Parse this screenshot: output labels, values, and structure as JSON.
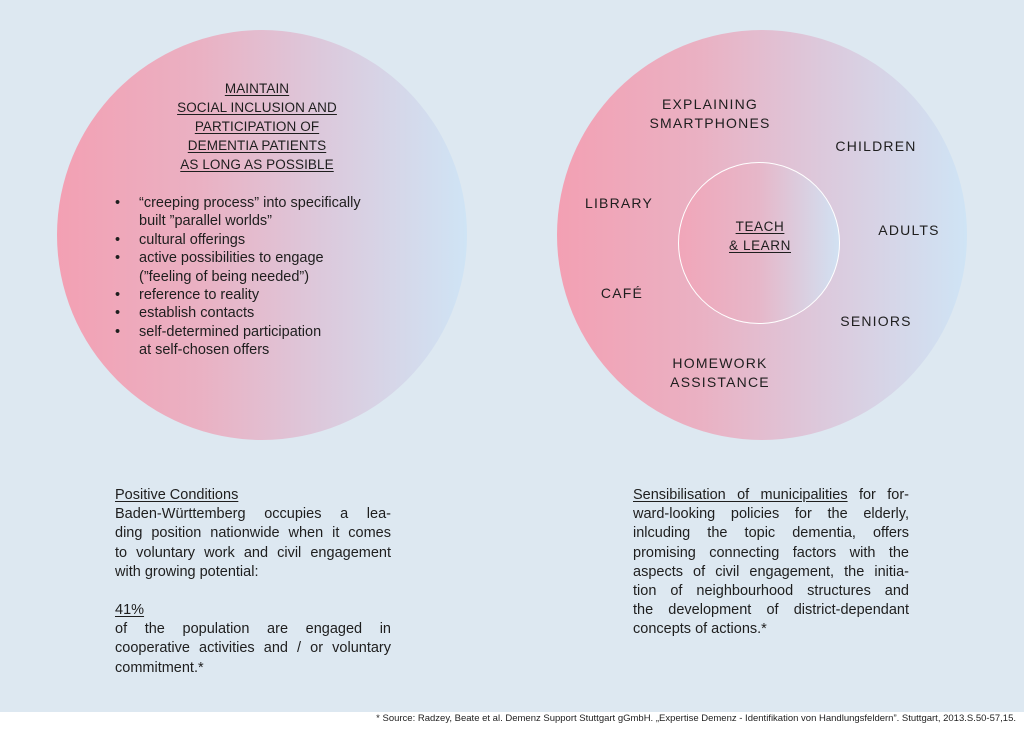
{
  "left_circle": {
    "title_lines": [
      "MAINTAIN",
      "SOCIAL INCLUSION AND",
      "PARTICIPATION OF",
      "DEMENTIA PATIENTS",
      "AS LONG AS POSSIBLE"
    ],
    "bullet_symbol": "•",
    "bullets": [
      [
        "“creeping process” into specifically",
        "built ”parallel worlds”"
      ],
      [
        "cultural offerings"
      ],
      [
        "active possibilities to engage",
        "(”feeling of being needed”)"
      ],
      [
        "reference to reality"
      ],
      [
        "establish contacts"
      ],
      [
        "self-determined participation",
        "at self-chosen offers"
      ]
    ]
  },
  "right_circle": {
    "center_lines": [
      "TEACH",
      "& LEARN"
    ],
    "explaining": [
      "EXPLAINING",
      "SMARTPHONES"
    ],
    "children": "CHILDREN",
    "library": "LIBRARY",
    "adults": "ADULTS",
    "cafe": "CAFÉ",
    "seniors": "SENIORS",
    "homework": [
      "HOMEWORK",
      "ASSISTANCE"
    ]
  },
  "left_text": {
    "heading": "Positive Conditions",
    "body_lines": [
      "Baden-Württemberg occupies a lea-",
      "ding position nationwide when it comes",
      "to voluntary work and civil engagement",
      "with growing potential:"
    ],
    "stat": "41%",
    "stat_lines": [
      "of the population are engaged in",
      "cooperative activities and / or voluntary",
      "commitment.*"
    ]
  },
  "right_text": {
    "heading": "Sensibilisation of municipalities",
    "first_line_rest": " for for-",
    "body_lines": [
      "ward-looking policies for the elderly,",
      "inlcuding the topic dementia, offers",
      "promising connecting factors with the",
      "aspects of civil engagement, the initia-",
      "tion of neighbourhood structures and",
      "the development of district-dependant",
      "concepts of actions.*"
    ]
  },
  "footer": {
    "source": "* Source: Radzey, Beate et al. Demenz Support Stuttgart gGmbH. „Expertise Demenz - Identifikation von Handlungsfeldern”. Stuttgart, 2013.S.50-57,15."
  }
}
